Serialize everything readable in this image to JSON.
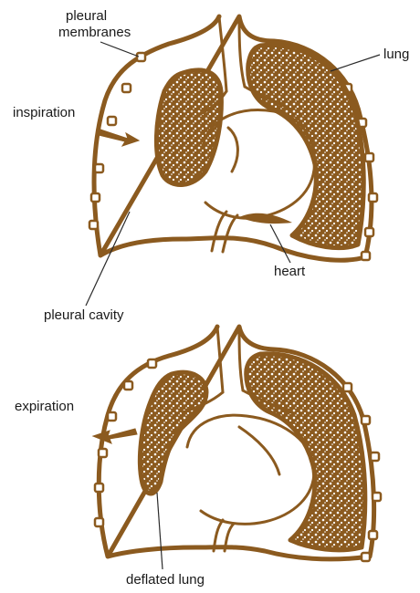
{
  "diagram1": {
    "labels": {
      "pleural_membranes": "pleural\nmembranes",
      "lung": "lung",
      "inspiration": "inspiration",
      "heart": "heart",
      "pleural_cavity": "pleural cavity"
    }
  },
  "diagram2": {
    "labels": {
      "expiration": "expiration",
      "deflated_lung": "deflated lung"
    }
  },
  "colors": {
    "tissue": "#8b5a1f",
    "text": "#1a1a1a",
    "background": "#ffffff"
  }
}
